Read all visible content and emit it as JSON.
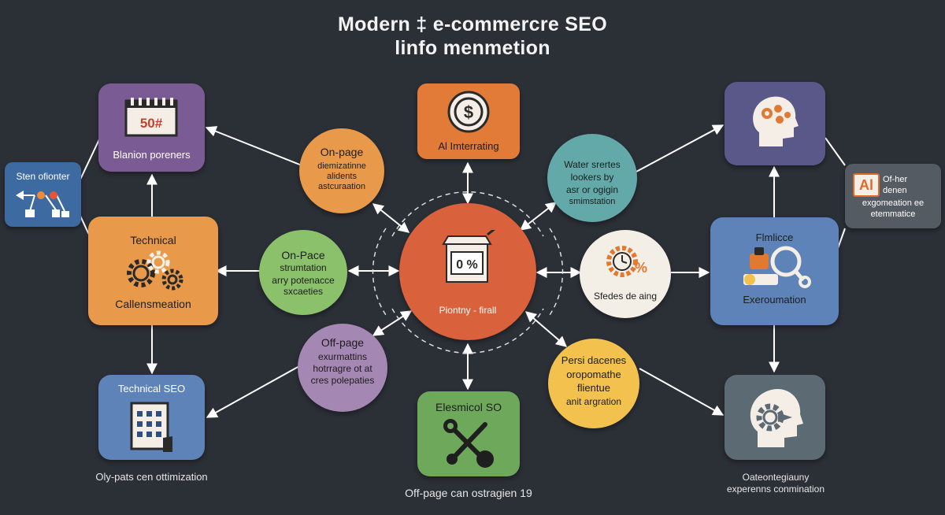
{
  "title": {
    "line1": "Modern ‡ e-commercre SEO",
    "line2": "linfo menmetion"
  },
  "nodes": {
    "top_left_box": {
      "label": "Blanion poreners",
      "icon_text": "50#"
    },
    "left_small_box": {
      "label": "Sten ofionter"
    },
    "technical_box": {
      "line1": "Technical",
      "line2": "Callensmeation"
    },
    "technical_seo_box": {
      "label": "Technical SEO",
      "caption": "Oly-pats cen ottimization"
    },
    "top_center_box": {
      "label": "Al Imterrating"
    },
    "bottom_center_box": {
      "label": "Elesmicol SO",
      "caption": "Off-page can ostragien 19"
    },
    "top_right_box": {},
    "ai_box": {
      "badge": "Al",
      "line1": "Of-her",
      "line2": "denen",
      "line3": "exgomeation ee",
      "line4": "etemmatice"
    },
    "right_mid_box": {
      "line1": "Flmlicce",
      "line2": "Exeroumation"
    },
    "bottom_right_box": {
      "caption_line1": "Oateontegiauny",
      "caption_line2": "experenns conmination"
    },
    "hub": {
      "label": "Piontny - firall",
      "icon_text": "0 %"
    },
    "c_onpage_top": {
      "line1": "On-page",
      "line2": "diemizatinne",
      "line3": "alidents",
      "line4": "astcuraation"
    },
    "c_onpace": {
      "line1": "On-Pace",
      "line2": "strumtation",
      "line3": "arry potenacce",
      "line4": "sxcaeties"
    },
    "c_offpage": {
      "line1": "Off-page",
      "line2": "exurmattins",
      "line3": "hotrragre ot at",
      "line4": "cres polepaties"
    },
    "c_water": {
      "line1": "Water srertes",
      "line2": "lookers by",
      "line3": "asr or ogigin",
      "line4": "smimstation"
    },
    "c_sfedes": {
      "line1": "Sfedes de aing"
    },
    "c_persi": {
      "line1": "Persi dacenes",
      "line2": "oropomathe",
      "line3": "flientue",
      "line4": "anit argration"
    }
  },
  "colors": {
    "background": "#2b2f36",
    "purple": "#7b5b93",
    "blue": "#3d6aa0",
    "orange": "#e89a4a",
    "steel_blue": "#5d83b9",
    "slate": "#5c6a73",
    "green": "#6ea85a",
    "hub_red": "#d9613b",
    "teal": "#63a9a9",
    "light_green": "#8bc16b",
    "lavender": "#a587b3",
    "yellow": "#f2c14e",
    "dark_orange": "#e27a38"
  },
  "icons": [
    "calendar-icon",
    "arrow-network-icon",
    "gears-icon",
    "building-icon",
    "dollar-coin-icon",
    "wrench-icon",
    "ai-head-icon",
    "clock-percent-icon",
    "magnifier-icon",
    "gear-head-icon",
    "shop-percent-icon"
  ]
}
